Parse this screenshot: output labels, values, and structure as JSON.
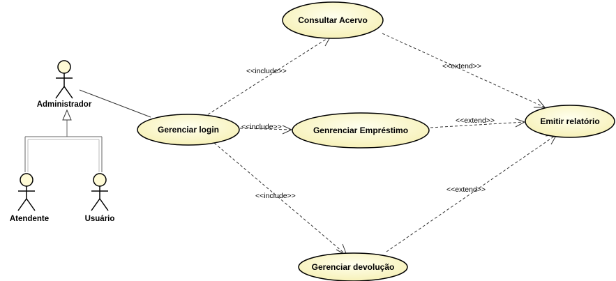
{
  "actors": {
    "administrador": "Administrador",
    "atendente": "Atendente",
    "usuario": "Usuário"
  },
  "use_cases": {
    "consultar_acervo": "Consultar Acervo",
    "gerenciar_login": "Gerenciar login",
    "genrenciar_emprestimo": "Genrenciar Empréstimo",
    "emitir_relatorio": "Emitir relatório",
    "gerenciar_devolucao": "Gerenciar devolução"
  },
  "relations": {
    "include_consultar": "<<include>>",
    "include_emprestimo": "<<include>>",
    "include_devolucao": "<<include>>",
    "extend_consultar": "<<extend>>",
    "extend_emprestimo": "<<extend>>",
    "extend_devolucao": "<<extend>>"
  },
  "colors": {
    "use_case_fill": "#ffffcc",
    "actor_fill": "#fffbd6",
    "stroke": "#000000"
  }
}
